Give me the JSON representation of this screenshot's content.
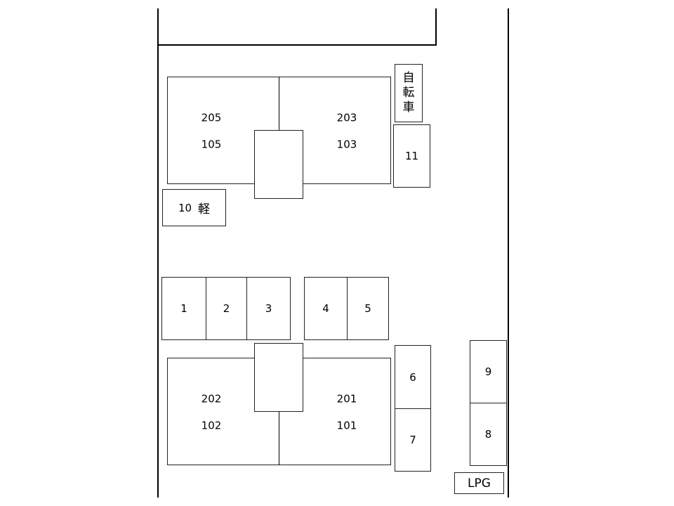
{
  "building_north": {
    "units": [
      {
        "upper": "205",
        "lower": "105"
      },
      {
        "upper": "203",
        "lower": "103"
      }
    ]
  },
  "building_south": {
    "units": [
      {
        "upper": "202",
        "lower": "102"
      },
      {
        "upper": "201",
        "lower": "101"
      }
    ]
  },
  "bicycle": {
    "chars": [
      "自",
      "転",
      "車"
    ]
  },
  "parking": {
    "p1": "1",
    "p2": "2",
    "p3": "3",
    "p4": "4",
    "p5": "5",
    "p6": "6",
    "p7": "7",
    "p8": "8",
    "p9": "9",
    "p10_num": "10",
    "p10_kind": "軽",
    "p11": "11"
  },
  "lpg": "LPG"
}
